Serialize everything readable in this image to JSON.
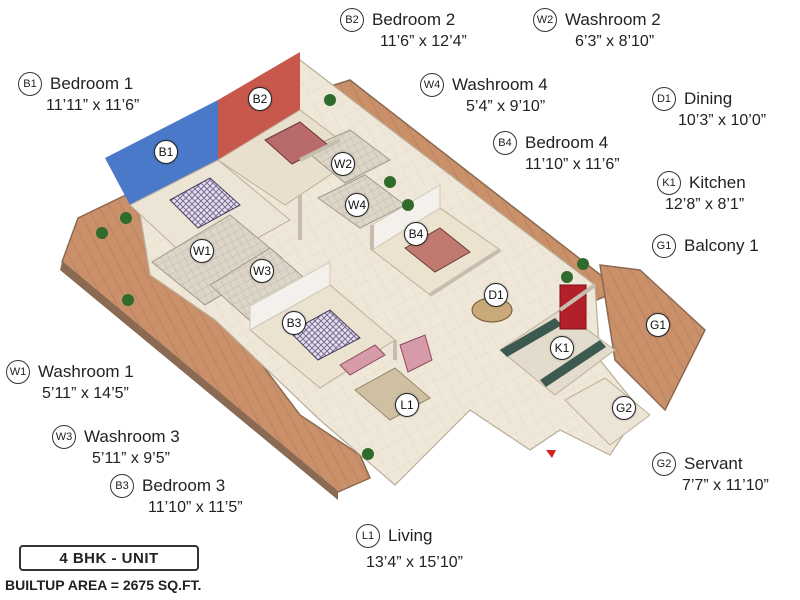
{
  "unit": {
    "type": "4 BHK - UNIT",
    "builtup": "BUILTUP AREA = 2675 SQ.FT."
  },
  "rooms": {
    "b1": {
      "code": "B1",
      "name": "Bedroom 1",
      "size": "11’11” x 11’6”"
    },
    "b2": {
      "code": "B2",
      "name": "Bedroom 2",
      "size": "11’6” x 12’4”"
    },
    "w2": {
      "code": "W2",
      "name": "Washroom 2",
      "size": "6’3” x 8’10”"
    },
    "w4": {
      "code": "W4",
      "name": "Washroom 4",
      "size": "5’4” x 9’10”"
    },
    "d1": {
      "code": "D1",
      "name": "Dining",
      "size": "10’3” x 10’0”"
    },
    "b4": {
      "code": "B4",
      "name": "Bedroom 4",
      "size": "11’10” x 11’6”"
    },
    "k1": {
      "code": "K1",
      "name": "Kitchen",
      "size": "12’8” x 8’1”"
    },
    "g1": {
      "code": "G1",
      "name": "Balcony 1"
    },
    "w1": {
      "code": "W1",
      "name": "Washroom 1",
      "size": "5’11” x 14’5”"
    },
    "w3": {
      "code": "W3",
      "name": "Washroom 3",
      "size": "5’11” x 9’5”"
    },
    "b3": {
      "code": "B3",
      "name": "Bedroom 3",
      "size": "11’10” x 11’5”"
    },
    "g2": {
      "code": "G2",
      "name": "Servant",
      "size": "7’7” x 11’10”"
    },
    "l1": {
      "code": "L1",
      "name": "Living",
      "size": "13’4” x 15’10”"
    }
  },
  "colors": {
    "floor": "#efe7d8",
    "deck": "#c9906a",
    "wall": "#f4f1ec",
    "wall_shade": "#cfc8bc",
    "bedroom1_wall": "#4b79c9",
    "bedroom2_wall": "#c9584c",
    "kitchen_counter": "#3d5a50",
    "fridge": "#b3202a"
  }
}
